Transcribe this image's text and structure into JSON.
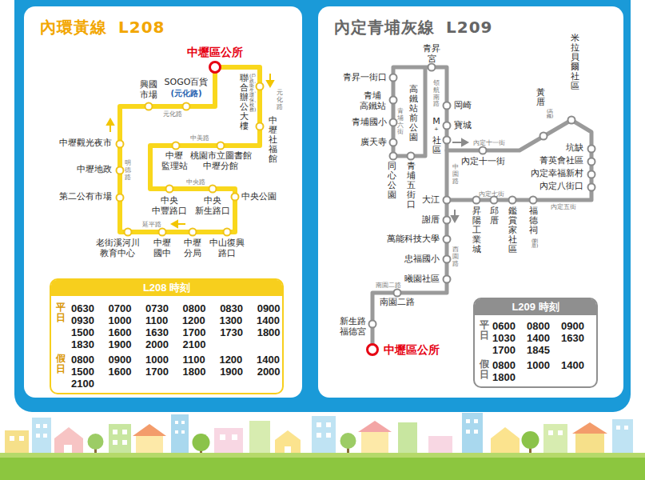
{
  "diagram": {
    "nodes": [
      {
        "text": [
          "內環黃線",
          "L208"
        ]
      },
      {
        "text": [
          "L208 時刻",
          "平日",
          "0630 0700 0730 0800 0830 0900 0930 1000 1100 1200 1300 1400 1500 1600 1630 1700 1730 1800 1830 1900 2000 2100",
          "假日",
          "0800 0900 1000 1100 1200 1400 1500 1600 1700 1800 1900 2000 2100"
        ],
        "in": 0
      },
      {
        "text": [
          "內定青埔灰線",
          "L209"
        ]
      },
      {
        "text": [
          "L209 時刻",
          "平日",
          "0600 0800 0900 1030 1400 1630 1700 1845",
          "假日",
          "0800 1000 1400 1800"
        ],
        "in": 2
      }
    ],
    "labels": [
      "中壢區公所",
      "興國 市場",
      "SOGO百貨",
      "(元化路)",
      "元化路",
      "聯合辦公大樓",
      "(戶政、衛生、環保、稅務)",
      "元化路",
      "中壢社福館",
      "中美路",
      "中壢觀光夜市",
      "中壢地政",
      "明德路",
      "中壢 監理站",
      "桃園市立圖書館 中壢分館",
      "中央路",
      "第二公有市場",
      "中央公園",
      "中央 中豐路口",
      "中央 新生路口",
      "延平路",
      "老街溪河川 教育中心",
      "中壢 國中",
      "中壢 分局",
      "中山復興 路口",
      "青昇 宮",
      "青昇一街口",
      "青埔 高鐵站",
      "青埔國小",
      "廣天寺",
      "青埔六街",
      "高鐵站前公園",
      "領航南路",
      "岡崎",
      "寶城",
      "M⁺社區",
      "米拉貝爾社區",
      "黃厝",
      "(高鐵)",
      "內定十一街",
      "內定十一街",
      "坑缺",
      "菁英會社區",
      "內定幸福新村",
      "內定八街口",
      "中園路",
      "同心公園",
      "青埔五街口",
      "大江",
      "內定七街",
      "內定五街",
      "昇陽工業城",
      "邱厝",
      "鑑賞家社區",
      "福德祠",
      "(劉厝)",
      "謝厝",
      "萬能科技大學",
      "忠福國小",
      "西園路",
      "曦園社區",
      "南園二路",
      "南園二路",
      "新生路 福德宮",
      "中壢區公所"
    ]
  }
}
